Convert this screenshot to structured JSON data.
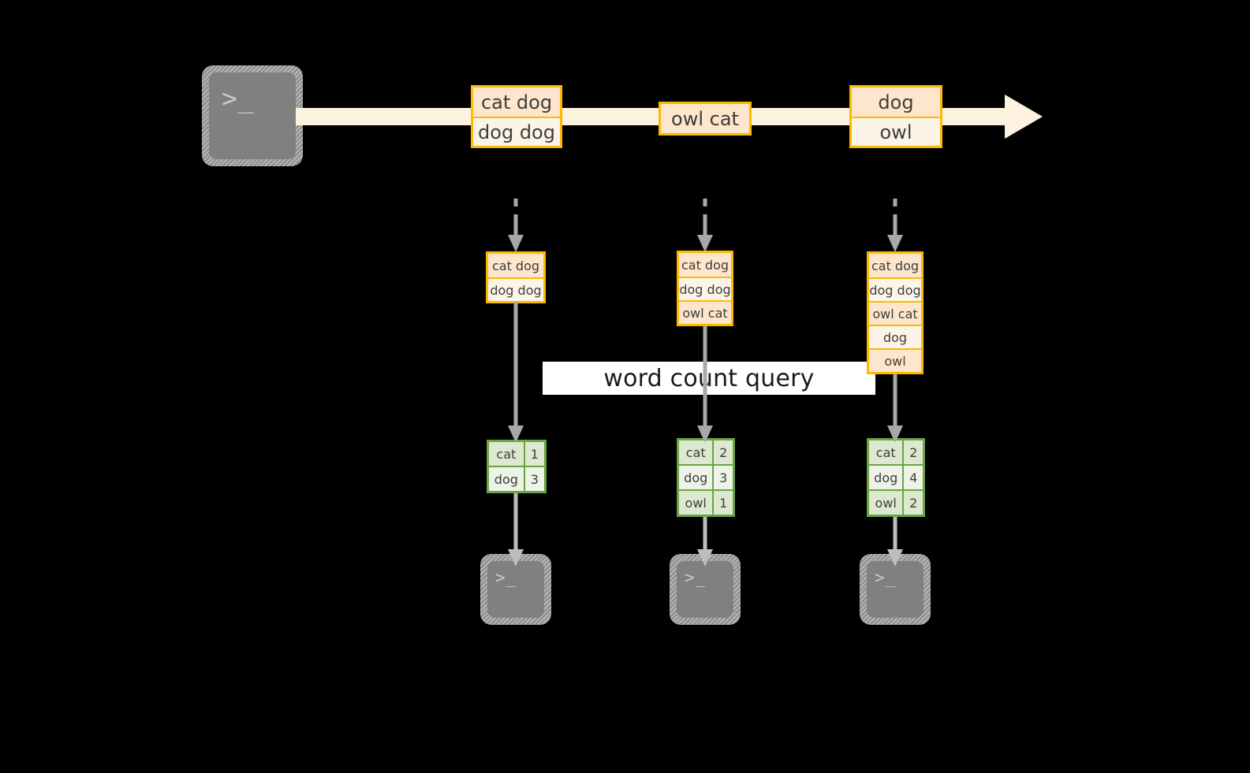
{
  "diagram": {
    "title": "word count query",
    "colors": {
      "background": "#000000",
      "stream_fill": "#fdf2e0",
      "record_border": "#ffb800",
      "record_fill_dark": "#fde6cc",
      "record_fill_light": "#fdf4e8",
      "table_border": "#6aa544",
      "table_fill_dark": "#dde8d0",
      "table_fill_light": "#eef3e8",
      "arrow_grey": "#a8a8a8",
      "terminal_fill": "#808080",
      "label_band": "#ffffff"
    }
  },
  "source": {
    "icon": "terminal-icon",
    "glyph": ">_"
  },
  "stream": {
    "icon": "stream-arrow-icon",
    "records": [
      {
        "name": "stream-record-1",
        "lines": [
          {
            "text": "cat dog",
            "shade": "dark"
          },
          {
            "text": "dog dog",
            "shade": "light"
          }
        ]
      },
      {
        "name": "stream-record-2",
        "lines": [
          {
            "text": "owl cat",
            "shade": "dark"
          }
        ]
      },
      {
        "name": "stream-record-3",
        "lines": [
          {
            "text": "dog",
            "shade": "dark"
          },
          {
            "text": "owl",
            "shade": "light"
          }
        ]
      }
    ]
  },
  "columns": [
    {
      "name": "column-1",
      "accumulated": {
        "lines": [
          {
            "text": "cat dog",
            "shade": "dark"
          },
          {
            "text": "dog dog",
            "shade": "light"
          }
        ]
      },
      "result": {
        "rows": [
          {
            "word": "cat",
            "count": "1",
            "shade": "dark"
          },
          {
            "word": "dog",
            "count": "3",
            "shade": "light"
          }
        ]
      },
      "sink": {
        "icon": "terminal-icon",
        "glyph": ">_"
      }
    },
    {
      "name": "column-2",
      "accumulated": {
        "lines": [
          {
            "text": "cat dog",
            "shade": "dark"
          },
          {
            "text": "dog dog",
            "shade": "light"
          },
          {
            "text": "owl cat",
            "shade": "dark"
          }
        ]
      },
      "result": {
        "rows": [
          {
            "word": "cat",
            "count": "2",
            "shade": "dark"
          },
          {
            "word": "dog",
            "count": "3",
            "shade": "light"
          },
          {
            "word": "owl",
            "count": "1",
            "shade": "dark"
          }
        ]
      },
      "sink": {
        "icon": "terminal-icon",
        "glyph": ">_"
      }
    },
    {
      "name": "column-3",
      "accumulated": {
        "lines": [
          {
            "text": "cat dog",
            "shade": "dark"
          },
          {
            "text": "dog dog",
            "shade": "light"
          },
          {
            "text": "owl cat",
            "shade": "dark"
          },
          {
            "text": "dog",
            "shade": "light"
          },
          {
            "text": "owl",
            "shade": "dark"
          }
        ]
      },
      "result": {
        "rows": [
          {
            "word": "cat",
            "count": "2",
            "shade": "dark"
          },
          {
            "word": "dog",
            "count": "4",
            "shade": "light"
          },
          {
            "word": "owl",
            "count": "2",
            "shade": "dark"
          }
        ]
      },
      "sink": {
        "icon": "terminal-icon",
        "glyph": ">_"
      }
    }
  ]
}
